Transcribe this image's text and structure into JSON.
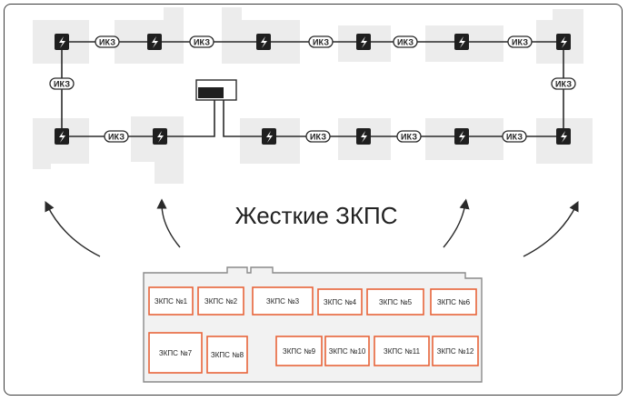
{
  "diagram": {
    "title": "Жесткие ЗКПС",
    "isolator_label": "ИКЗ",
    "zones": [
      {
        "label": "ЗКПС №1"
      },
      {
        "label": "ЗКПС №2"
      },
      {
        "label": "ЗКПС №3"
      },
      {
        "label": "ЗКПС №4"
      },
      {
        "label": "ЗКПС №5"
      },
      {
        "label": "ЗКПС №6"
      },
      {
        "label": "ЗКПС №7"
      },
      {
        "label": "ЗКПС №8"
      },
      {
        "label": "ЗКПС №9"
      },
      {
        "label": "ЗКПС №10"
      },
      {
        "label": "ЗКПС №11"
      },
      {
        "label": "ЗКПС №12"
      }
    ],
    "colors": {
      "line": "#2a2a2a",
      "device_fill": "#1f1f1f",
      "bg_block": "#ececec",
      "zone_outline": "#e8643a",
      "floor_outline": "#8a8a8a",
      "floor_fill": "#f2f2f2"
    },
    "icons": {
      "device": "lightning-bolt-icon"
    }
  }
}
